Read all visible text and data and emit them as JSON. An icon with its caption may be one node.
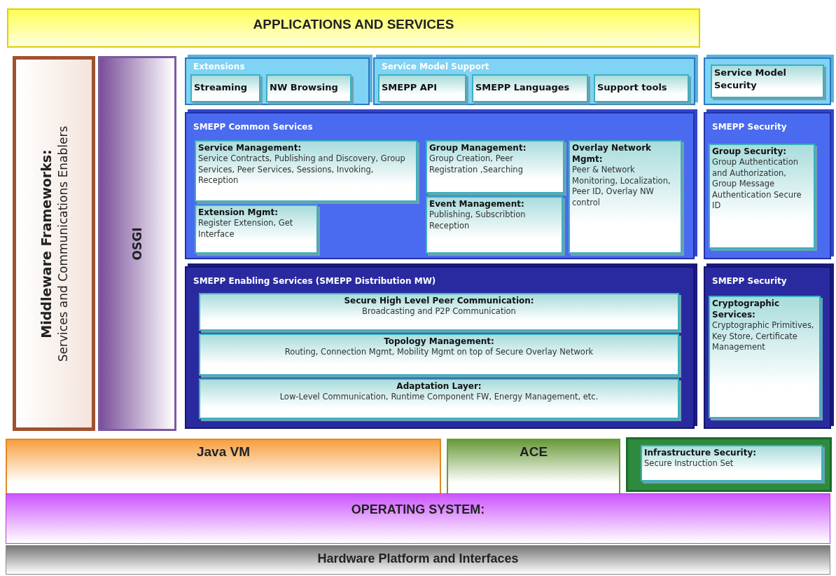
{
  "diagram": {
    "nodes": [
      {
        "text": [
          "APPLICATIONS AND SERVICES"
        ]
      },
      {
        "text": [
          "Middleware Frameworks:",
          "Services and Communications Enablers"
        ]
      },
      {
        "text": [
          "OSGI"
        ]
      },
      {
        "text": [
          "Extensions"
        ]
      },
      {
        "text": [
          "Streaming"
        ],
        "in": 3
      },
      {
        "text": [
          "NW Browsing"
        ],
        "in": 3
      },
      {
        "text": [
          "Service Model Support"
        ]
      },
      {
        "text": [
          "SMEPP API"
        ],
        "in": 6
      },
      {
        "text": [
          "SMEPP Languages"
        ],
        "in": 6
      },
      {
        "text": [
          "Support tools"
        ],
        "in": 6
      },
      {
        "text": [
          "Service Model Security"
        ]
      },
      {
        "text": [
          "SMEPP Common Services"
        ]
      },
      {
        "text": [
          "Service Management:",
          "Service Contracts, Publishing and Discovery, Group Services, Peer Services, Sessions, Invoking, Reception"
        ],
        "in": 11
      },
      {
        "text": [
          "Group Management:",
          "Group Creation, Peer Registration ,Searching"
        ],
        "in": 11
      },
      {
        "text": [
          "Overlay Network Mgmt:",
          "Peer & Network Monitoring, Localization, Peer ID, Overlay NW control"
        ],
        "in": 11
      },
      {
        "text": [
          "Extension Mgmt:",
          "Register Extension, Get Interface"
        ],
        "in": 11
      },
      {
        "text": [
          "Event Management:",
          "Publishing, Subscribtion Reception"
        ],
        "in": 11
      },
      {
        "text": [
          "SMEPP Security"
        ]
      },
      {
        "text": [
          "Group Security:",
          "Group Authentication and Authorization, Group Message Authentication Secure ID"
        ],
        "in": 17
      },
      {
        "text": [
          "SMEPP Enabling Services (SMEPP Distribution MW)"
        ]
      },
      {
        "text": [
          "Secure High Level Peer Communication:",
          "Broadcasting and P2P Communication"
        ],
        "in": 19
      },
      {
        "text": [
          "Topology Management:",
          "Routing, Connection Mgmt, Mobility Mgmt on top of Secure Overlay Network"
        ],
        "in": 19
      },
      {
        "text": [
          "Adaptation Layer:",
          "Low-Level Communication, Runtime Component FW, Energy Management, etc."
        ],
        "in": 19
      },
      {
        "text": [
          "SMEPP Security"
        ]
      },
      {
        "text": [
          "Cryptographic Services:",
          "Cryptographic Primitives, Key Store, Certificate Management"
        ],
        "in": 23
      },
      {
        "text": [
          "Java VM"
        ]
      },
      {
        "text": [
          "ACE"
        ]
      },
      {
        "text": [
          "Infrastructure Security:",
          "Secure Instruction Set"
        ]
      },
      {
        "text": [
          "OPERATING SYSTEM:"
        ]
      },
      {
        "text": [
          "Hardware Platform and Interfaces"
        ]
      }
    ]
  }
}
